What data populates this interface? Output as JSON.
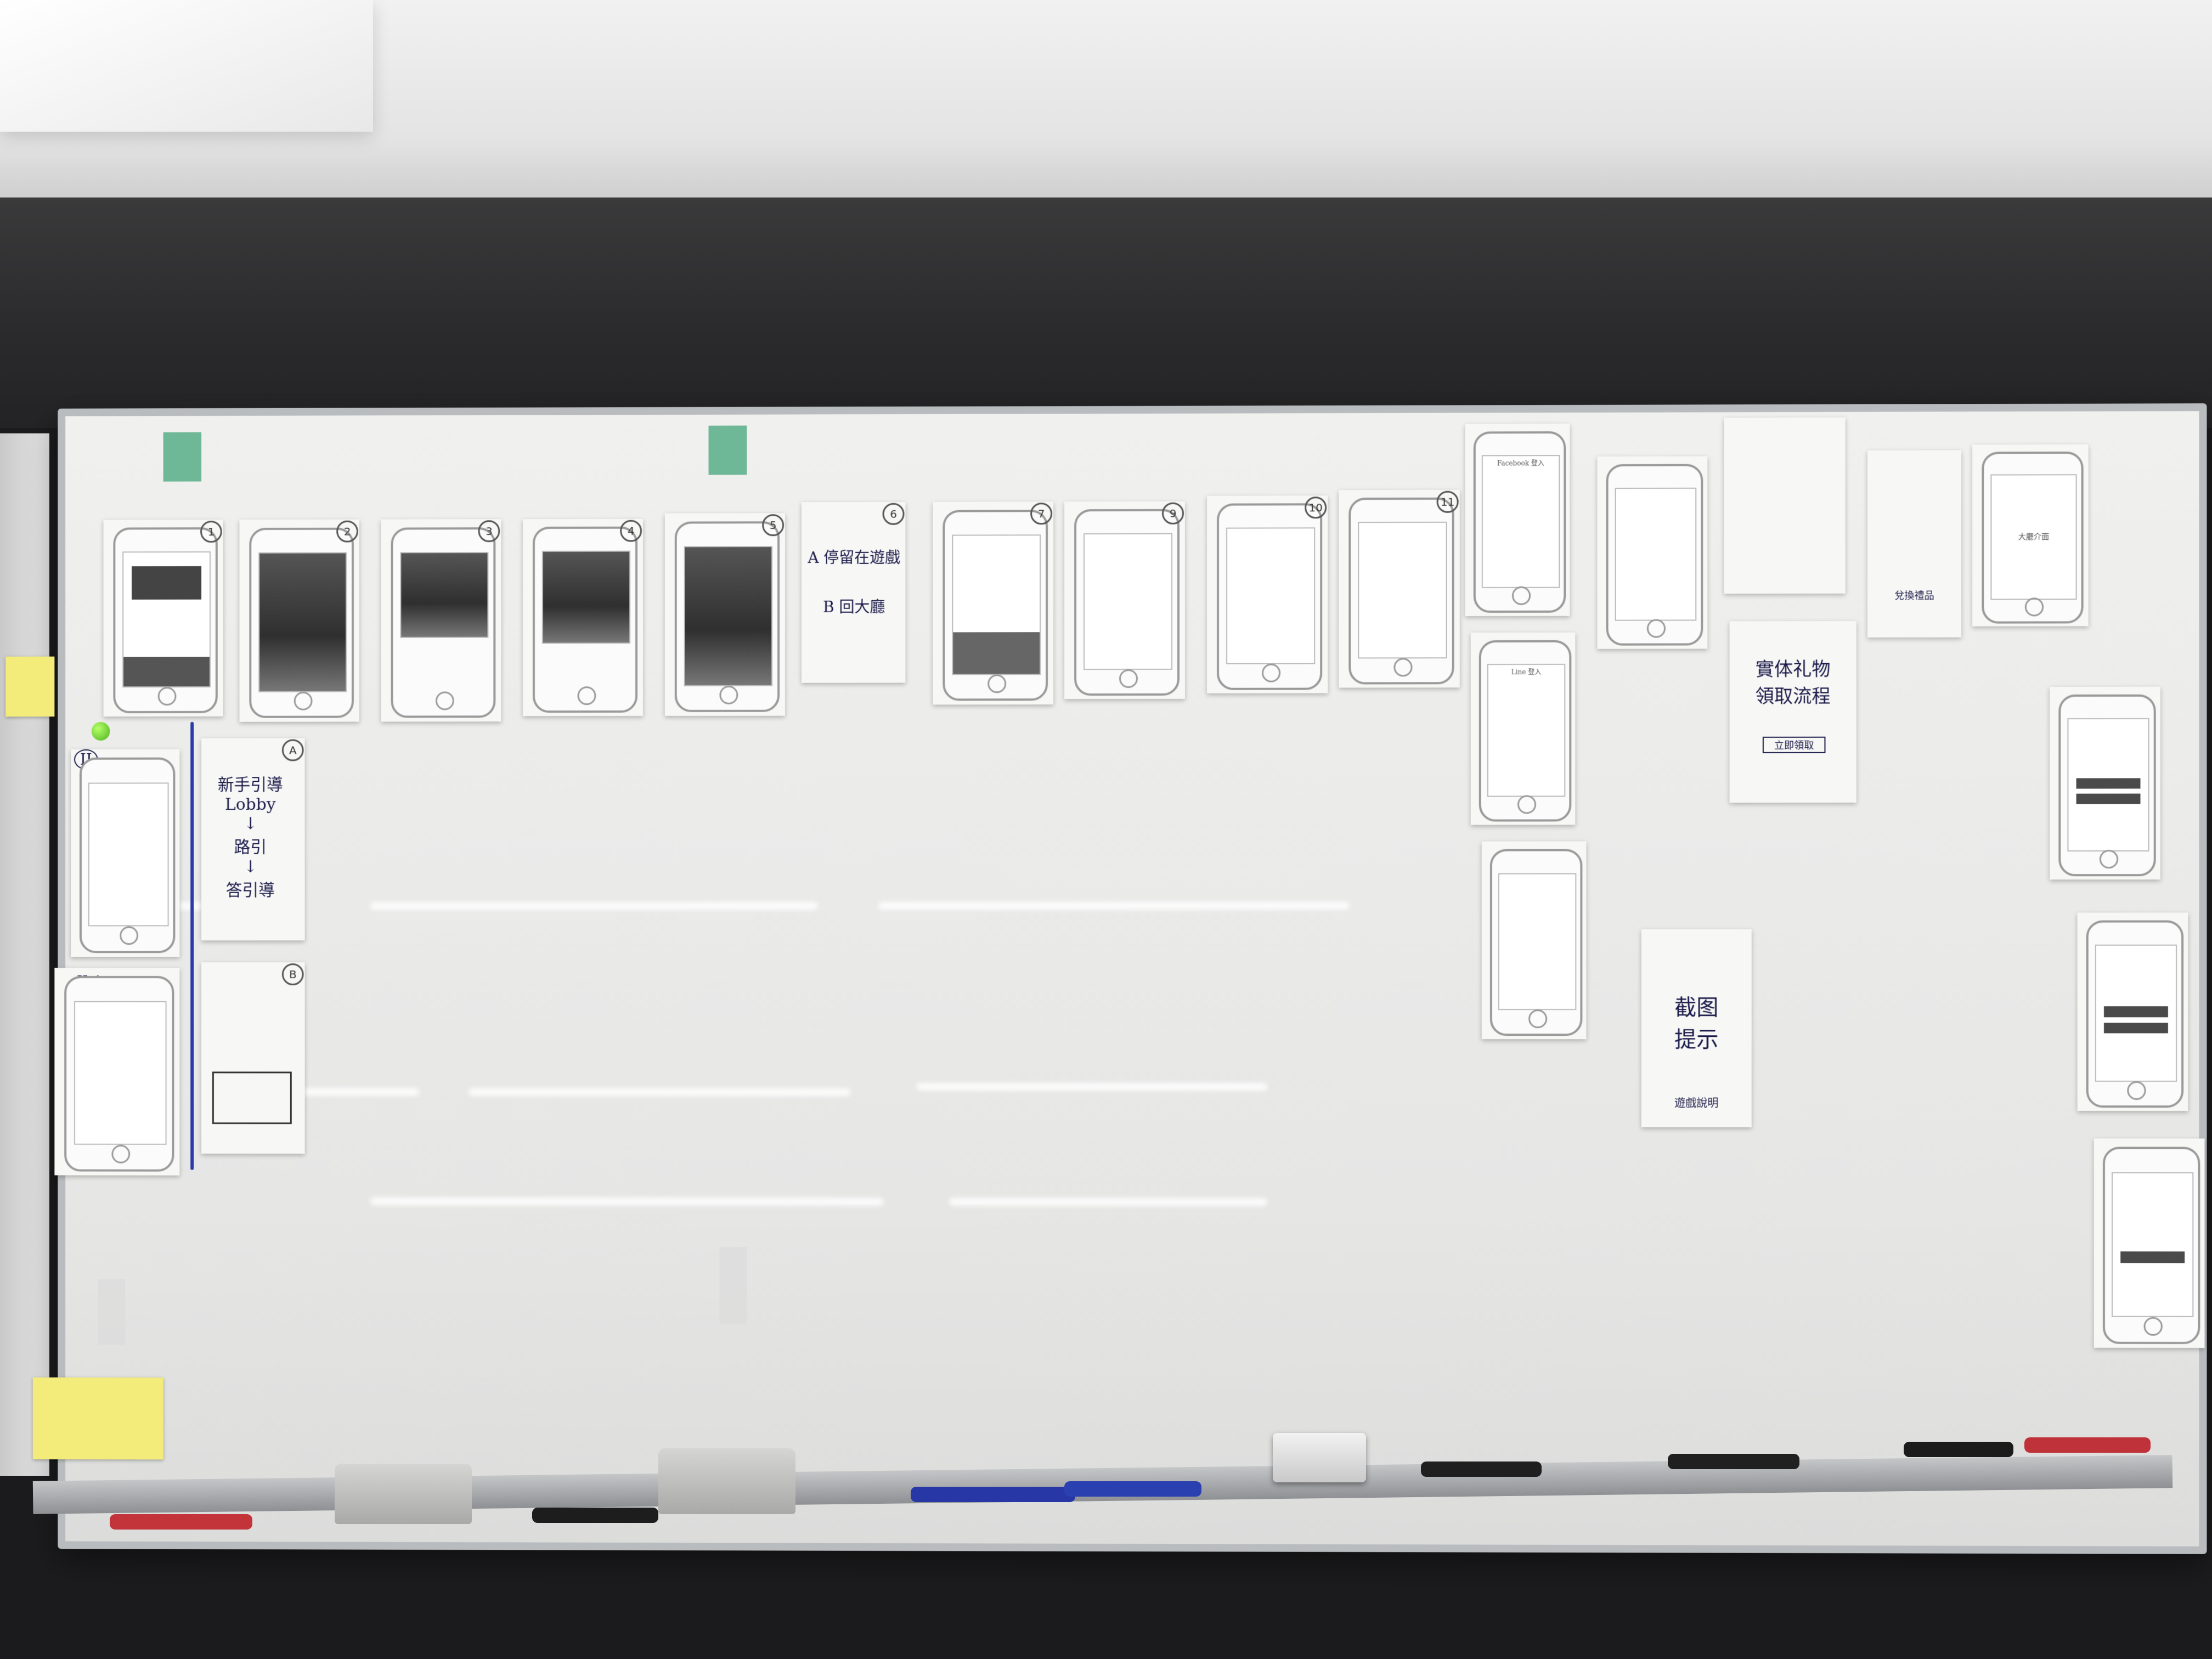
{
  "scene": {
    "description_tags": [
      "whiteboard",
      "paper-prototypes",
      "phone-wireframes",
      "sticky-notes",
      "markers"
    ]
  },
  "frames": {
    "f1": "1",
    "f2": "2",
    "f3": "3",
    "f4": "4",
    "f5": "5",
    "f6": "6",
    "f7": "7",
    "f9": "9",
    "f10": "10",
    "f11": "11",
    "fA": "A",
    "fB": "B"
  },
  "notes": {
    "note6_a": "A 停留在遊戲",
    "note6_b": "B 回大廳",
    "noteA": "新手引導\nLobby\n↓\n路引\n↓\n答引導",
    "screen_facebook": "Facebook 登入",
    "screen_line": "Line 登入",
    "note_gift": "實体礼物\n領取流程",
    "note_gift_btn": "立即領取",
    "note_redeem": "兌換禮品",
    "note_screenshot": "截图\n提示",
    "note_screenshot_bottom": "遊戲說明",
    "label_II": "II",
    "label_IIA": "II-A",
    "note_right_top": "大廳介面"
  }
}
